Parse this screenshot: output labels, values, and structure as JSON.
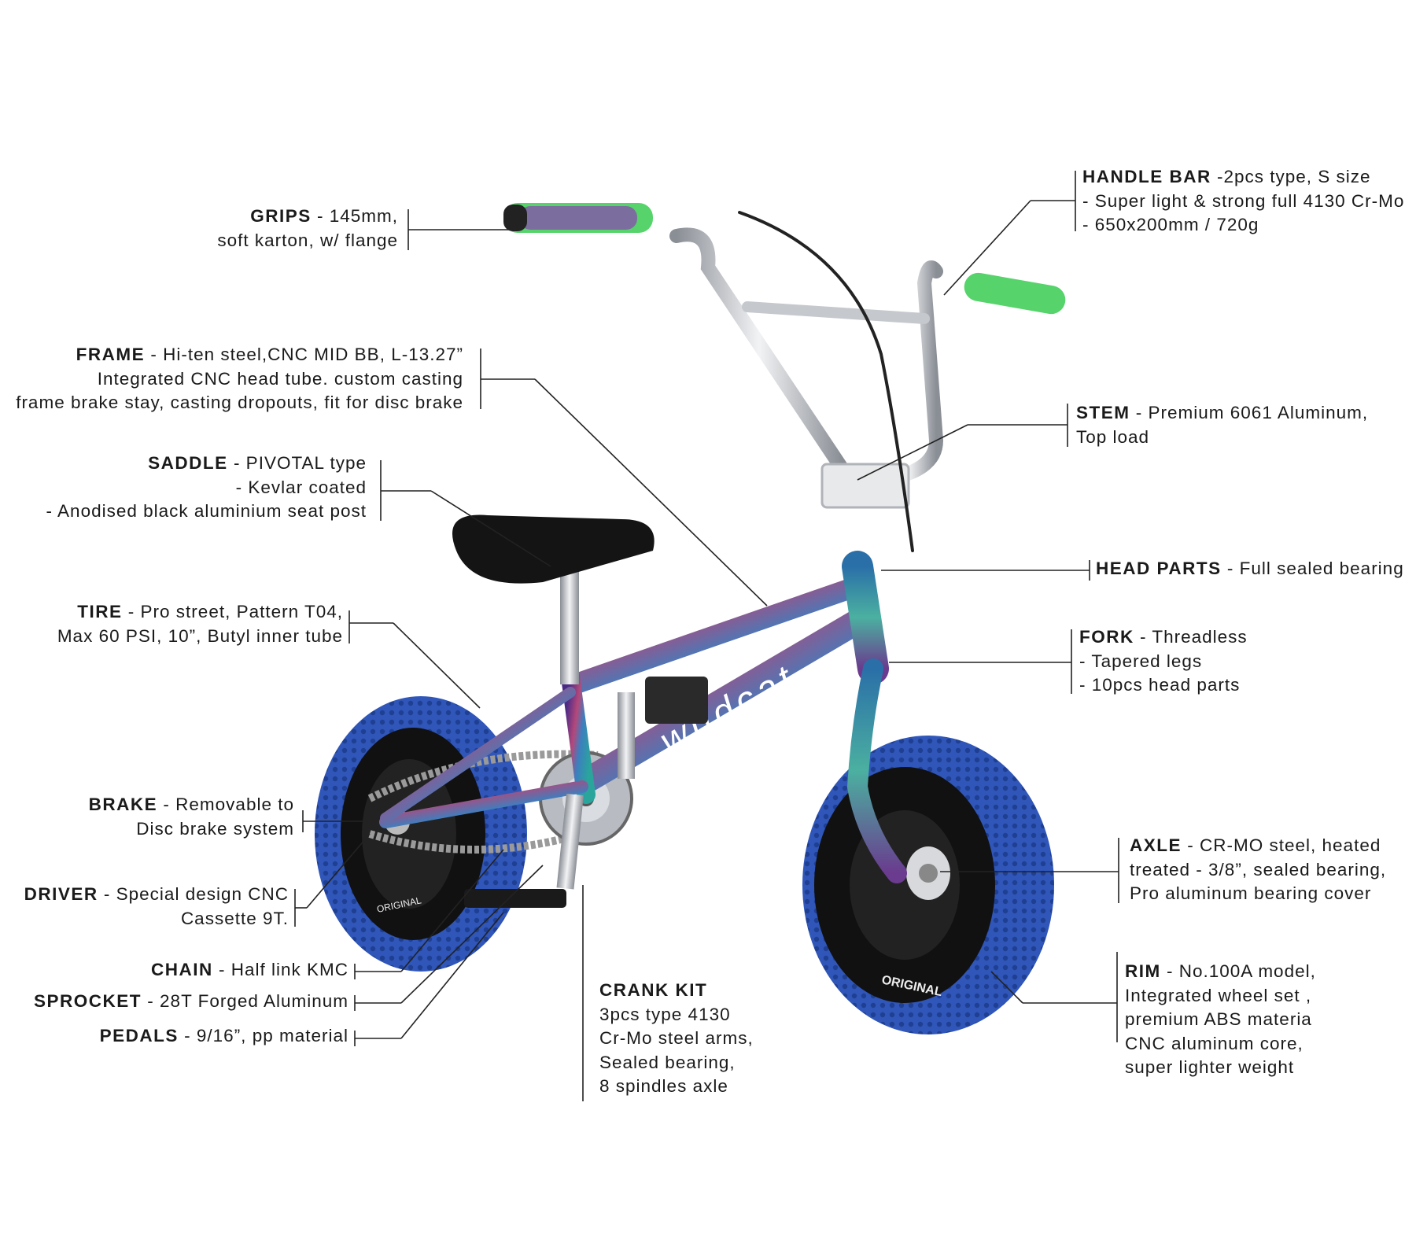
{
  "colors": {
    "frame_start": "#5a2d8c",
    "frame_mid": "#c04a6a",
    "frame_end": "#2b8f9e",
    "tire": "#2f56b8",
    "grip": "#56d36b",
    "chrome": "#c9ccd1",
    "text": "#1a1a1a"
  },
  "product": {
    "frame_logo": "wildcat",
    "tire_brand": "ORIGINAL"
  },
  "specs": {
    "grips": {
      "name": "GRIPS",
      "line1": " - 145mm,",
      "line2": "soft karton, w/ flange"
    },
    "frame": {
      "name": "FRAME",
      "line1": " - Hi-ten steel,CNC MID BB, L-13.27”",
      "line2": "Integrated CNC head tube. custom casting",
      "line3": "frame brake stay, casting dropouts, fit for disc brake"
    },
    "saddle": {
      "name": "SADDLE",
      "line1": " - PIVOTAL type",
      "line2": "- Kevlar coated",
      "line3": "- Anodised black aluminium seat post"
    },
    "tire": {
      "name": "TIRE",
      "line1": " - Pro street, Pattern T04,",
      "line2": "Max 60 PSI, 10”, Butyl inner tube"
    },
    "brake": {
      "name": "BRAKE",
      "line1": " - Removable to",
      "line2": "Disc brake system"
    },
    "driver": {
      "name": "DRIVER",
      "line1": " - Special design CNC",
      "line2": "Cassette 9T."
    },
    "chain": {
      "name": "CHAIN",
      "line1": " - Half link KMC"
    },
    "sprocket": {
      "name": "SPROCKET",
      "line1": " - 28T Forged Aluminum"
    },
    "pedals": {
      "name": "PEDALS",
      "line1": " - 9/16”, pp material"
    },
    "crank": {
      "name": "CRANK KIT",
      "line1": "3pcs type 4130",
      "line2": "Cr-Mo steel arms,",
      "line3": "Sealed bearing,",
      "line4": "8 spindles axle"
    },
    "handlebar": {
      "name": "HANDLE BAR",
      "line1": " -2pcs type, S size",
      "line2": "- Super light & strong full 4130 Cr-Mo",
      "line3": "- 650x200mm / 720g"
    },
    "stem": {
      "name": "STEM",
      "line1": " - Premium 6061 Aluminum,",
      "line2": "Top load"
    },
    "headparts": {
      "name": "HEAD PARTS",
      "line1": " - Full sealed bearing"
    },
    "fork": {
      "name": "FORK",
      "line1": " - Threadless",
      "line2": "- Tapered legs",
      "line3": "- 10pcs head parts"
    },
    "axle": {
      "name": "AXLE",
      "line1": " - CR-MO steel, heated",
      "line2": "treated - 3/8”, sealed bearing,",
      "line3": "Pro aluminum bearing cover"
    },
    "rim": {
      "name": "RIM",
      "line1": " - No.100A model,",
      "line2": "Integrated wheel set ,",
      "line3": "premium ABS materia",
      "line4": "CNC aluminum core,",
      "line5": " super lighter weight"
    }
  }
}
